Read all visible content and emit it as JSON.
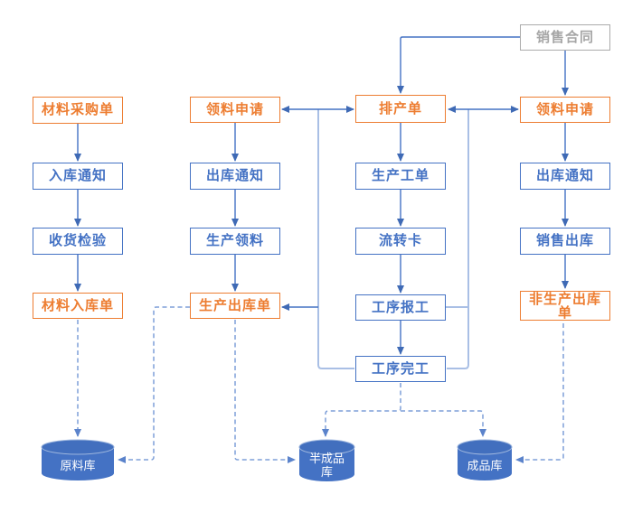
{
  "diagram": {
    "type": "flowchart",
    "colors": {
      "box_orange": "#ED7D31",
      "box_blue": "#4472C4",
      "box_gray": "#A6A6A6",
      "solid_arrow": "#4472C4",
      "branch_line": "#A9BFE5",
      "dashed_arrow": "#7E9FD8",
      "cylinder_fill": "#4472C4",
      "cylinder_text": "#FFFFFF"
    },
    "nodes": {
      "sales_contract": {
        "label": "销售合同",
        "style": "gray-box"
      },
      "material_purchase_order": {
        "label": "材料采购单",
        "style": "orange-box"
      },
      "inbound_notice": {
        "label": "入库通知",
        "style": "blue-box"
      },
      "receipt_inspection": {
        "label": "收货检验",
        "style": "blue-box"
      },
      "material_inbound_order": {
        "label": "材料入库单",
        "style": "orange-box"
      },
      "picking_request_left": {
        "label": "领料申请",
        "style": "orange-box"
      },
      "outbound_notice_left": {
        "label": "出库通知",
        "style": "blue-box"
      },
      "production_picking": {
        "label": "生产领料",
        "style": "blue-box"
      },
      "production_outbound_order": {
        "label": "生产出库单",
        "style": "orange-box"
      },
      "production_schedule": {
        "label": "排产单",
        "style": "orange-box"
      },
      "production_work_order": {
        "label": "生产工单",
        "style": "blue-box"
      },
      "flow_card": {
        "label": "流转卡",
        "style": "blue-box"
      },
      "process_reporting": {
        "label": "工序报工",
        "style": "blue-box"
      },
      "process_completion": {
        "label": "工序完工",
        "style": "blue-box"
      },
      "picking_request_right": {
        "label": "领料申请",
        "style": "orange-box"
      },
      "outbound_notice_right": {
        "label": "出库通知",
        "style": "blue-box"
      },
      "sales_outbound": {
        "label": "销售出库",
        "style": "blue-box"
      },
      "non_production_outbound_order": {
        "label": "非生产出库\n单",
        "style": "orange-box"
      },
      "raw_material_warehouse": {
        "label": "原料库",
        "style": "cylinder"
      },
      "semi_finished_warehouse": {
        "label": "半成品\n库",
        "style": "cylinder"
      },
      "finished_goods_warehouse": {
        "label": "成品库",
        "style": "cylinder"
      }
    },
    "edges": [
      {
        "from": "sales_contract",
        "to": "production_schedule",
        "style": "solid-arrow"
      },
      {
        "from": "sales_contract",
        "to": "picking_request_right",
        "style": "solid-arrow"
      },
      {
        "from": "material_purchase_order",
        "to": "inbound_notice",
        "style": "solid-arrow"
      },
      {
        "from": "inbound_notice",
        "to": "receipt_inspection",
        "style": "solid-arrow"
      },
      {
        "from": "receipt_inspection",
        "to": "material_inbound_order",
        "style": "solid-arrow"
      },
      {
        "from": "material_inbound_order",
        "to": "raw_material_warehouse",
        "style": "dashed-arrow"
      },
      {
        "from": "picking_request_left",
        "to": "outbound_notice_left",
        "style": "solid-arrow"
      },
      {
        "from": "outbound_notice_left",
        "to": "production_picking",
        "style": "solid-arrow"
      },
      {
        "from": "production_picking",
        "to": "production_outbound_order",
        "style": "solid-arrow"
      },
      {
        "from": "production_outbound_order",
        "to": "raw_material_warehouse",
        "style": "dashed-arrow"
      },
      {
        "from": "production_outbound_order",
        "to": "semi_finished_warehouse",
        "style": "dashed-arrow"
      },
      {
        "from": "production_schedule",
        "to": "production_work_order",
        "style": "solid-arrow"
      },
      {
        "from": "production_work_order",
        "to": "flow_card",
        "style": "solid-arrow"
      },
      {
        "from": "flow_card",
        "to": "process_reporting",
        "style": "solid-arrow"
      },
      {
        "from": "process_reporting",
        "to": "process_completion",
        "style": "solid-arrow"
      },
      {
        "from": "process_completion",
        "to": "semi_finished_warehouse",
        "style": "dashed-arrow"
      },
      {
        "from": "process_completion",
        "to": "finished_goods_warehouse",
        "style": "dashed-arrow"
      },
      {
        "from": "process_completion",
        "to": "picking_request_left_branch",
        "style": "line"
      },
      {
        "from": "picking_request_left_branch",
        "to": "picking_request_left",
        "style": "arrow"
      },
      {
        "from": "picking_request_left_branch",
        "to": "production_schedule",
        "style": "arrow"
      },
      {
        "from": "picking_request_left_branch",
        "to": "production_outbound_order",
        "style": "arrow"
      },
      {
        "from": "process_reporting",
        "to": "picking_request_right_branch",
        "style": "line"
      },
      {
        "from": "process_completion",
        "to": "picking_request_right_branch",
        "style": "line"
      },
      {
        "from": "picking_request_right_branch",
        "to": "production_schedule",
        "style": "arrow"
      },
      {
        "from": "picking_request_right_branch",
        "to": "picking_request_right",
        "style": "arrow"
      },
      {
        "from": "picking_request_right",
        "to": "outbound_notice_right",
        "style": "solid-arrow"
      },
      {
        "from": "outbound_notice_right",
        "to": "sales_outbound",
        "style": "solid-arrow"
      },
      {
        "from": "sales_outbound",
        "to": "non_production_outbound_order",
        "style": "solid-arrow"
      },
      {
        "from": "non_production_outbound_order",
        "to": "finished_goods_warehouse",
        "style": "dashed-arrow"
      }
    ]
  }
}
